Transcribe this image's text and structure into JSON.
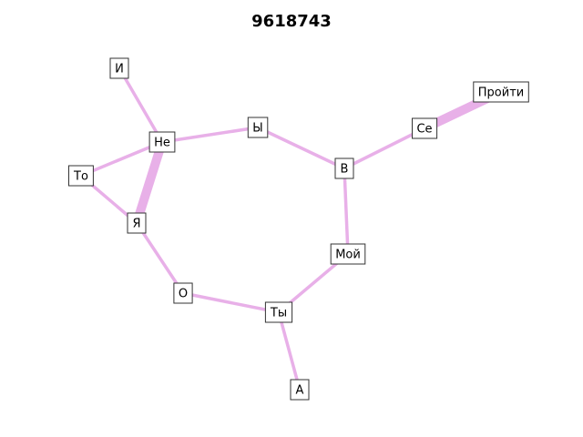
{
  "title": "9618743",
  "edge_color": "#e8b0e8",
  "nodes": [
    {
      "id": "i",
      "label": "И"
    },
    {
      "id": "ne",
      "label": "Не"
    },
    {
      "id": "to",
      "label": "То"
    },
    {
      "id": "ya",
      "label": "Я"
    },
    {
      "id": "y",
      "label": "Ы"
    },
    {
      "id": "v",
      "label": "В"
    },
    {
      "id": "se",
      "label": "Се"
    },
    {
      "id": "proiti",
      "label": "Пройти"
    },
    {
      "id": "moi",
      "label": "Мой"
    },
    {
      "id": "o",
      "label": "О"
    },
    {
      "id": "ty",
      "label": "Ты"
    },
    {
      "id": "a",
      "label": "А"
    }
  ],
  "edges": [
    {
      "source": "i",
      "target": "ne",
      "weight": 1
    },
    {
      "source": "ne",
      "target": "to",
      "weight": 1
    },
    {
      "source": "ne",
      "target": "ya",
      "weight": 4
    },
    {
      "source": "ne",
      "target": "y",
      "weight": 1
    },
    {
      "source": "to",
      "target": "ya",
      "weight": 1
    },
    {
      "source": "y",
      "target": "v",
      "weight": 1
    },
    {
      "source": "v",
      "target": "se",
      "weight": 1
    },
    {
      "source": "se",
      "target": "proiti",
      "weight": 4
    },
    {
      "source": "v",
      "target": "moi",
      "weight": 1
    },
    {
      "source": "moi",
      "target": "ty",
      "weight": 1
    },
    {
      "source": "ya",
      "target": "o",
      "weight": 1
    },
    {
      "source": "o",
      "target": "ty",
      "weight": 1
    },
    {
      "source": "ty",
      "target": "a",
      "weight": 1
    }
  ]
}
